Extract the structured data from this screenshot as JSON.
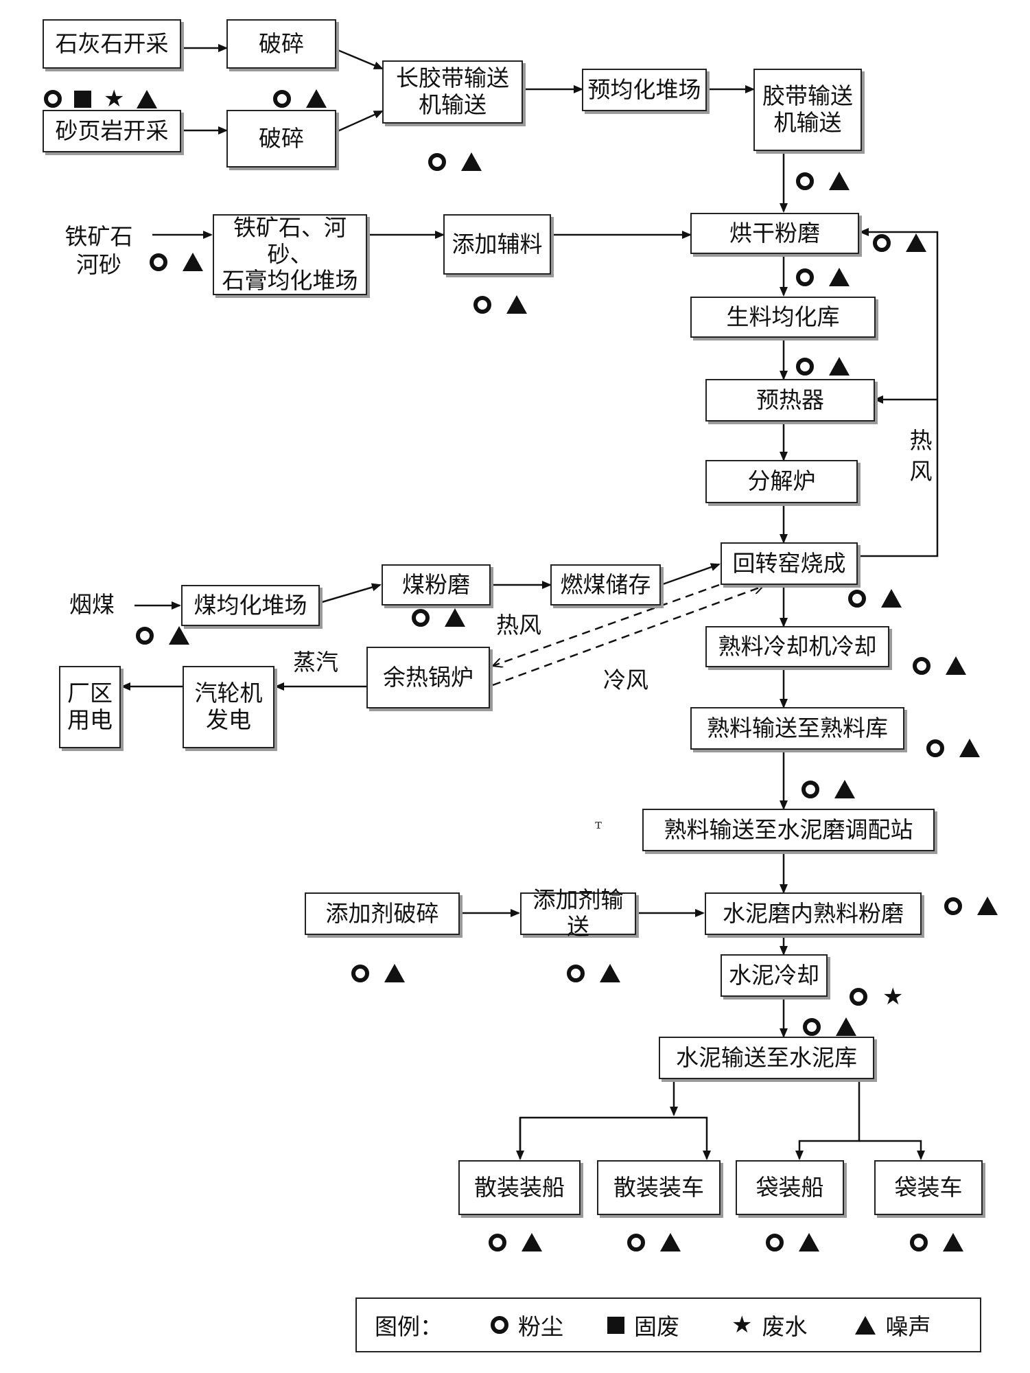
{
  "nodes": {
    "limestone_mining": "石灰石开采",
    "crush_1": "破碎",
    "shale_mining": "砂页岩开采",
    "crush_2": "破碎",
    "long_belt": "长胶带输送\n机输送",
    "pre_homogenize": "预均化堆场",
    "belt_conveyor": "胶带输送\n机输送",
    "iron_yard": "铁矿石、河砂、\n石膏均化堆场",
    "add_aux": "添加辅料",
    "dry_grind": "烘干粉磨",
    "raw_silo": "生料均化库",
    "preheater": "预热器",
    "calciner": "分解炉",
    "kiln": "回转窑烧成",
    "coal_yard": "煤均化堆场",
    "coal_mill": "煤粉磨",
    "coal_storage": "燃煤储存",
    "waste_boiler": "余热锅炉",
    "turbine": "汽轮机\n发电",
    "plant_power": "厂区\n用电",
    "clinker_cool": "熟料冷却机冷却",
    "clinker_to_store": "熟料输送至熟料库",
    "clinker_to_station": "熟料输送至水泥磨调配站",
    "additive_crush": "添加剂破碎",
    "additive_convey": "添加剂输送",
    "cement_mill": "水泥磨内熟料粉磨",
    "cement_cool": "水泥冷却",
    "cement_to_silo": "水泥输送至水泥库",
    "bulk_ship": "散装装船",
    "bulk_truck": "散装装车",
    "bag_ship": "袋装船",
    "bag_truck": "袋装车"
  },
  "labels": {
    "iron_input": "铁矿石\n河砂",
    "coal_input": "烟煤",
    "hot_air_vertical": "热风",
    "hot_air": "热风",
    "cold_air": "冷风",
    "steam": "蒸汽",
    "stray_mark": "ᴛ"
  },
  "legend": {
    "title": "图例：",
    "dust": "粉尘",
    "solid_waste": "固废",
    "waste_water": "废水",
    "noise": "噪声"
  }
}
